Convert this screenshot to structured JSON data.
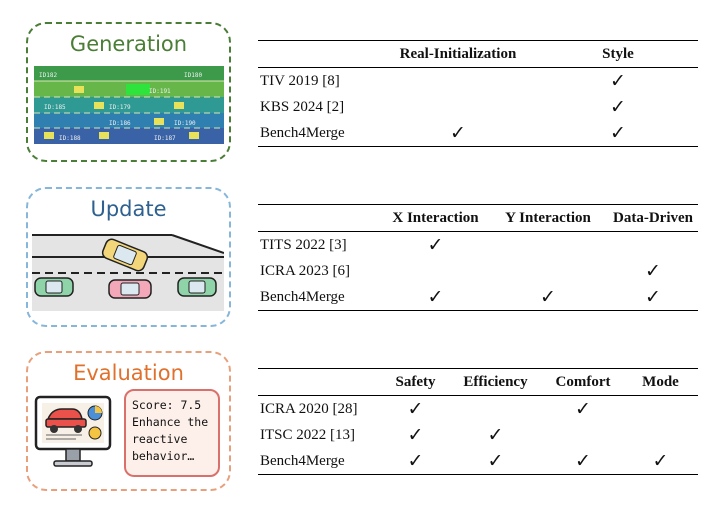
{
  "panels": {
    "generation": {
      "title": "Generation",
      "map_labels": [
        "ID182",
        "ID180",
        "ID:191",
        "ID:179",
        "ID:185",
        "ID:186",
        "ID:190",
        "ID:188",
        "ID:187"
      ]
    },
    "update": {
      "title": "Update"
    },
    "evaluation": {
      "title": "Evaluation",
      "speech_lines": [
        "Score: 7.5",
        "Enhance the",
        "reactive",
        "behavior…"
      ]
    }
  },
  "check_symbol": "✓",
  "tables": [
    {
      "columns": [
        "Real-Initialization",
        "Style"
      ],
      "rows": [
        {
          "name": "TIV 2019 [8]",
          "checks": [
            false,
            true
          ]
        },
        {
          "name": "KBS 2024 [2]",
          "checks": [
            false,
            true
          ]
        },
        {
          "name": "Bench4Merge",
          "checks": [
            true,
            true
          ]
        }
      ]
    },
    {
      "columns": [
        "X Interaction",
        "Y Interaction",
        "Data-Driven"
      ],
      "rows": [
        {
          "name": "TITS 2022 [3]",
          "checks": [
            true,
            false,
            false
          ]
        },
        {
          "name": "ICRA 2023 [6]",
          "checks": [
            false,
            false,
            true
          ]
        },
        {
          "name": "Bench4Merge",
          "checks": [
            true,
            true,
            true
          ]
        }
      ]
    },
    {
      "columns": [
        "Safety",
        "Efficiency",
        "Comfort",
        "Mode"
      ],
      "rows": [
        {
          "name": "ICRA 2020 [28]",
          "checks": [
            true,
            false,
            true,
            false
          ]
        },
        {
          "name": "ITSC 2022 [13]",
          "checks": [
            true,
            true,
            false,
            false
          ]
        },
        {
          "name": "Bench4Merge",
          "checks": [
            true,
            true,
            true,
            true
          ]
        }
      ]
    }
  ]
}
